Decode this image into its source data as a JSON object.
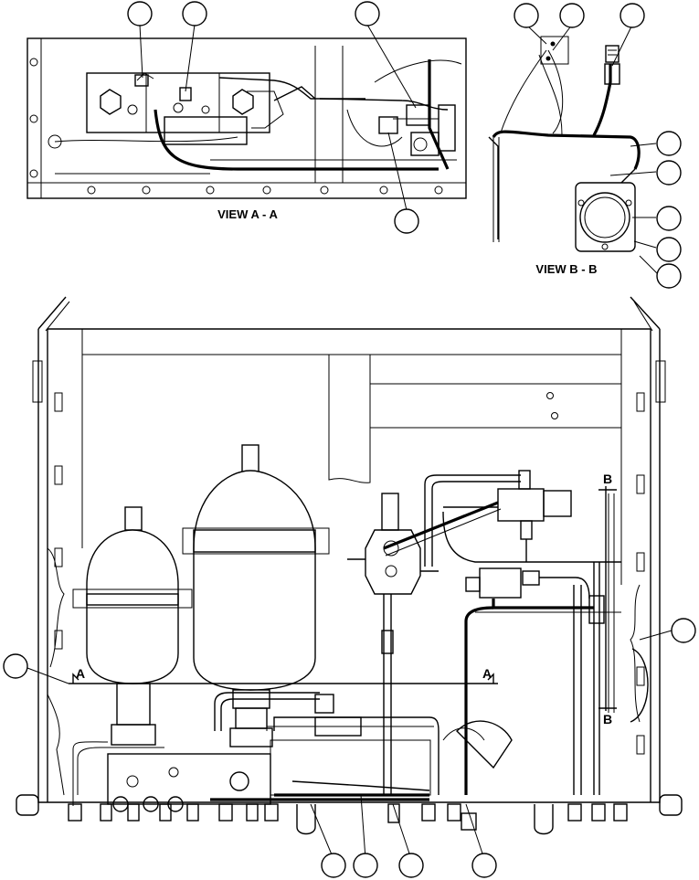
{
  "views": {
    "view_a_label": "VIEW A - A",
    "view_b_label": "VIEW B - B"
  },
  "section_marks": {
    "a_left": "A",
    "a_right": "A",
    "b_top": "B",
    "b_bottom": "B"
  },
  "callouts": [
    {
      "id": "a1"
    },
    {
      "id": "a2"
    },
    {
      "id": "a3"
    },
    {
      "id": "a4"
    },
    {
      "id": "b1"
    },
    {
      "id": "b2"
    },
    {
      "id": "b3"
    },
    {
      "id": "b4"
    },
    {
      "id": "b5"
    },
    {
      "id": "b6"
    },
    {
      "id": "b7"
    },
    {
      "id": "b8"
    },
    {
      "id": "m1"
    },
    {
      "id": "m2"
    },
    {
      "id": "m3"
    },
    {
      "id": "m4"
    },
    {
      "id": "m5"
    },
    {
      "id": "m6"
    }
  ]
}
